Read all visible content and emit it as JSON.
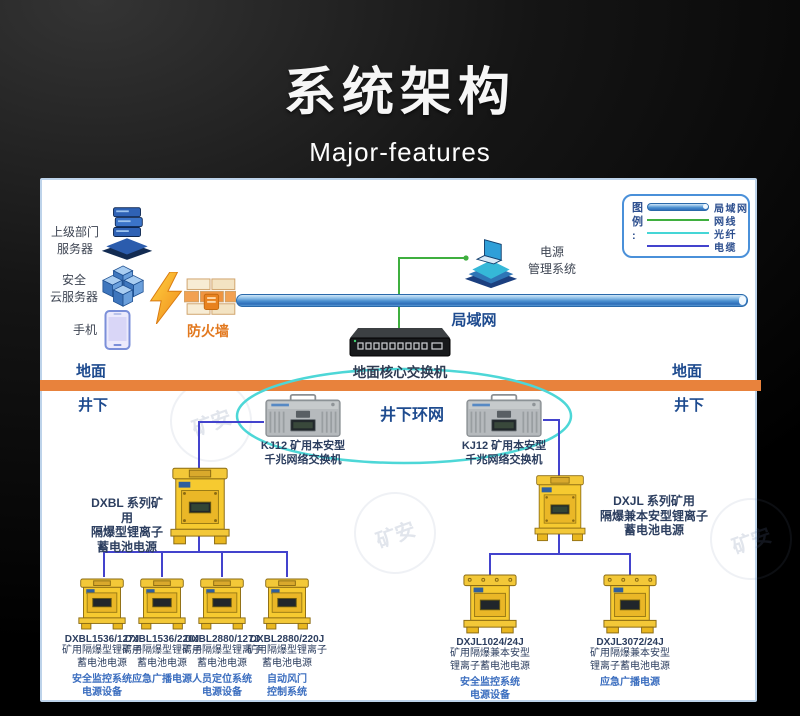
{
  "header": {
    "title": "系统架构",
    "subtitle": "Major-features"
  },
  "legend": {
    "title": "图\n例\n:",
    "items": [
      {
        "label": "局域网",
        "style": "pipe"
      },
      {
        "label": "网线",
        "color": "#3faf3f"
      },
      {
        "label": "光纤",
        "color": "#45d6d6"
      },
      {
        "label": "电缆",
        "color": "#4343cd"
      }
    ]
  },
  "nodes": {
    "upper_server": "上级部门\n服务器",
    "cloud_server": "安全\n云服务器",
    "phone": "手机",
    "firewall": "防火墙",
    "power_mgmt": "电源\n管理系统",
    "lan": "局域网",
    "core_switch": "地面核心交换机",
    "ground_left": "地面",
    "underground_left": "井下",
    "ground_right": "地面",
    "underground_right": "井下",
    "ring_net": "井下环网",
    "kj12_left": "KJ12 矿用本安型\n千兆网络交换机",
    "kj12_right": "KJ12 矿用本安型\n千兆网络交换机",
    "dxbl_series": "DXBL 系列矿用\n隔爆型锂离子\n蓄电池电源",
    "dxjl_series": "DXJL 系列矿用\n隔爆兼本安型锂离子\n蓄电池电源"
  },
  "devices": [
    {
      "model": "DXBL1536/127J",
      "desc": "矿用隔爆型锂离子\n蓄电池电源",
      "system": "安全监控系统\n电源设备"
    },
    {
      "model": "DXBL1536/220J",
      "desc": "矿用隔爆型锂离子\n蓄电池电源",
      "system": "应急广播电源"
    },
    {
      "model": "DXBL2880/127J",
      "desc": "矿用隔爆型锂离子\n蓄电池电源",
      "system": "人员定位系统\n电源设备"
    },
    {
      "model": "DXBL2880/220J",
      "desc": "矿用隔爆型锂离子\n蓄电池电源",
      "system": "自动风门\n控制系统"
    },
    {
      "model": "DXJL1024/24J",
      "desc": "矿用隔爆兼本安型\n锂离子蓄电池电源",
      "system": "安全监控系统\n电源设备"
    },
    {
      "model": "DXJL3072/24J",
      "desc": "矿用隔爆兼本安型\n锂离子蓄电池电源",
      "system": "应急广播电源"
    }
  ],
  "watermark": "矿安",
  "colors": {
    "divider_orange": "#e8823c",
    "label_navy": "#1e4b8f",
    "firewall_orange": "#e2781e",
    "lan_pipe_blue": "#4a8fd0",
    "ethernet_green": "#3faf3f",
    "fiber_cyan": "#45d6d6",
    "cable_blue": "#4343cd",
    "device_yellow": "#f6ca30",
    "system_label_blue": "#3a6dbf"
  }
}
